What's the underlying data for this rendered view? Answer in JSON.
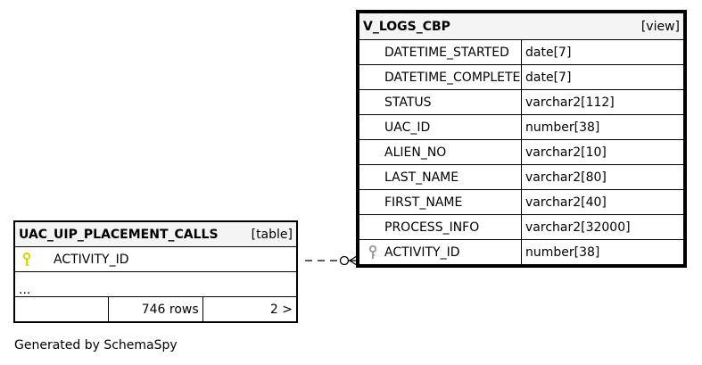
{
  "view_table": {
    "name": "V_LOGS_CBP",
    "kind": "[view]",
    "columns": [
      {
        "name": "DATETIME_STARTED",
        "type": "date[7]"
      },
      {
        "name": "DATETIME_COMPLETED",
        "type": "date[7]"
      },
      {
        "name": "STATUS",
        "type": "varchar2[112]"
      },
      {
        "name": "UAC_ID",
        "type": "number[38]"
      },
      {
        "name": "ALIEN_NO",
        "type": "varchar2[10]"
      },
      {
        "name": "LAST_NAME",
        "type": "varchar2[80]"
      },
      {
        "name": "FIRST_NAME",
        "type": "varchar2[40]"
      },
      {
        "name": "PROCESS_INFO",
        "type": "varchar2[32000]"
      },
      {
        "name": "ACTIVITY_ID",
        "type": "number[38]"
      }
    ]
  },
  "uac_table": {
    "name": "UAC_UIP_PLACEMENT_CALLS",
    "kind": "[table]",
    "key_column": "ACTIVITY_ID",
    "more": "...",
    "rows": "746 rows",
    "pager": "2 >"
  },
  "icons": {
    "primary_key": "key-icon-yellow",
    "foreign_key": "key-icon-gray"
  },
  "colors": {
    "header_bg": "#f4f4f4",
    "primary_key": "#d8d800",
    "foreign_key": "#9e9e9e"
  },
  "footer": "Generated by SchemaSpy"
}
